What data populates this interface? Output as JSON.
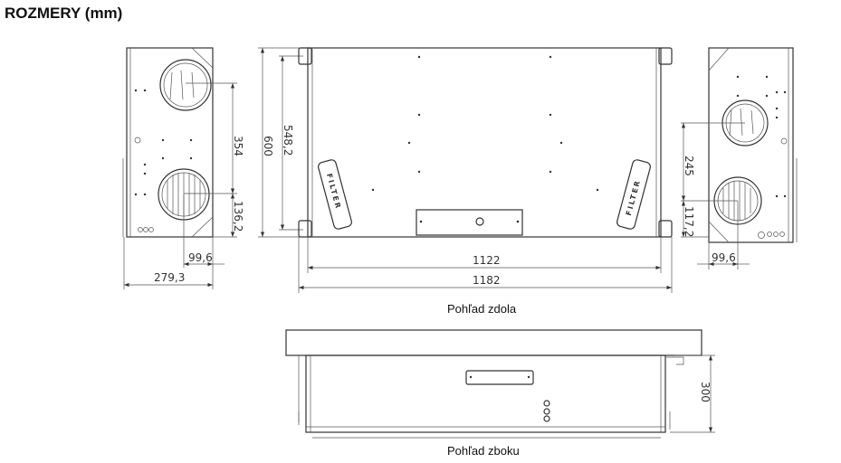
{
  "title": "ROZMERY (mm)",
  "left_view": {
    "dim_354": "354",
    "dim_136": "136,2",
    "dim_99": "99,6",
    "dim_279": "279,3",
    "dim_600": "600",
    "dim_548": "548,2"
  },
  "bottom_view": {
    "dim_1122": "1122",
    "dim_1182": "1182",
    "filter_label": "FILTER",
    "caption": "Pohľad zdola"
  },
  "right_view": {
    "dim_245": "245",
    "dim_117": "117,2",
    "dim_99": "99,6"
  },
  "side_view": {
    "dim_300": "300",
    "caption": "Pohľad zboku"
  }
}
